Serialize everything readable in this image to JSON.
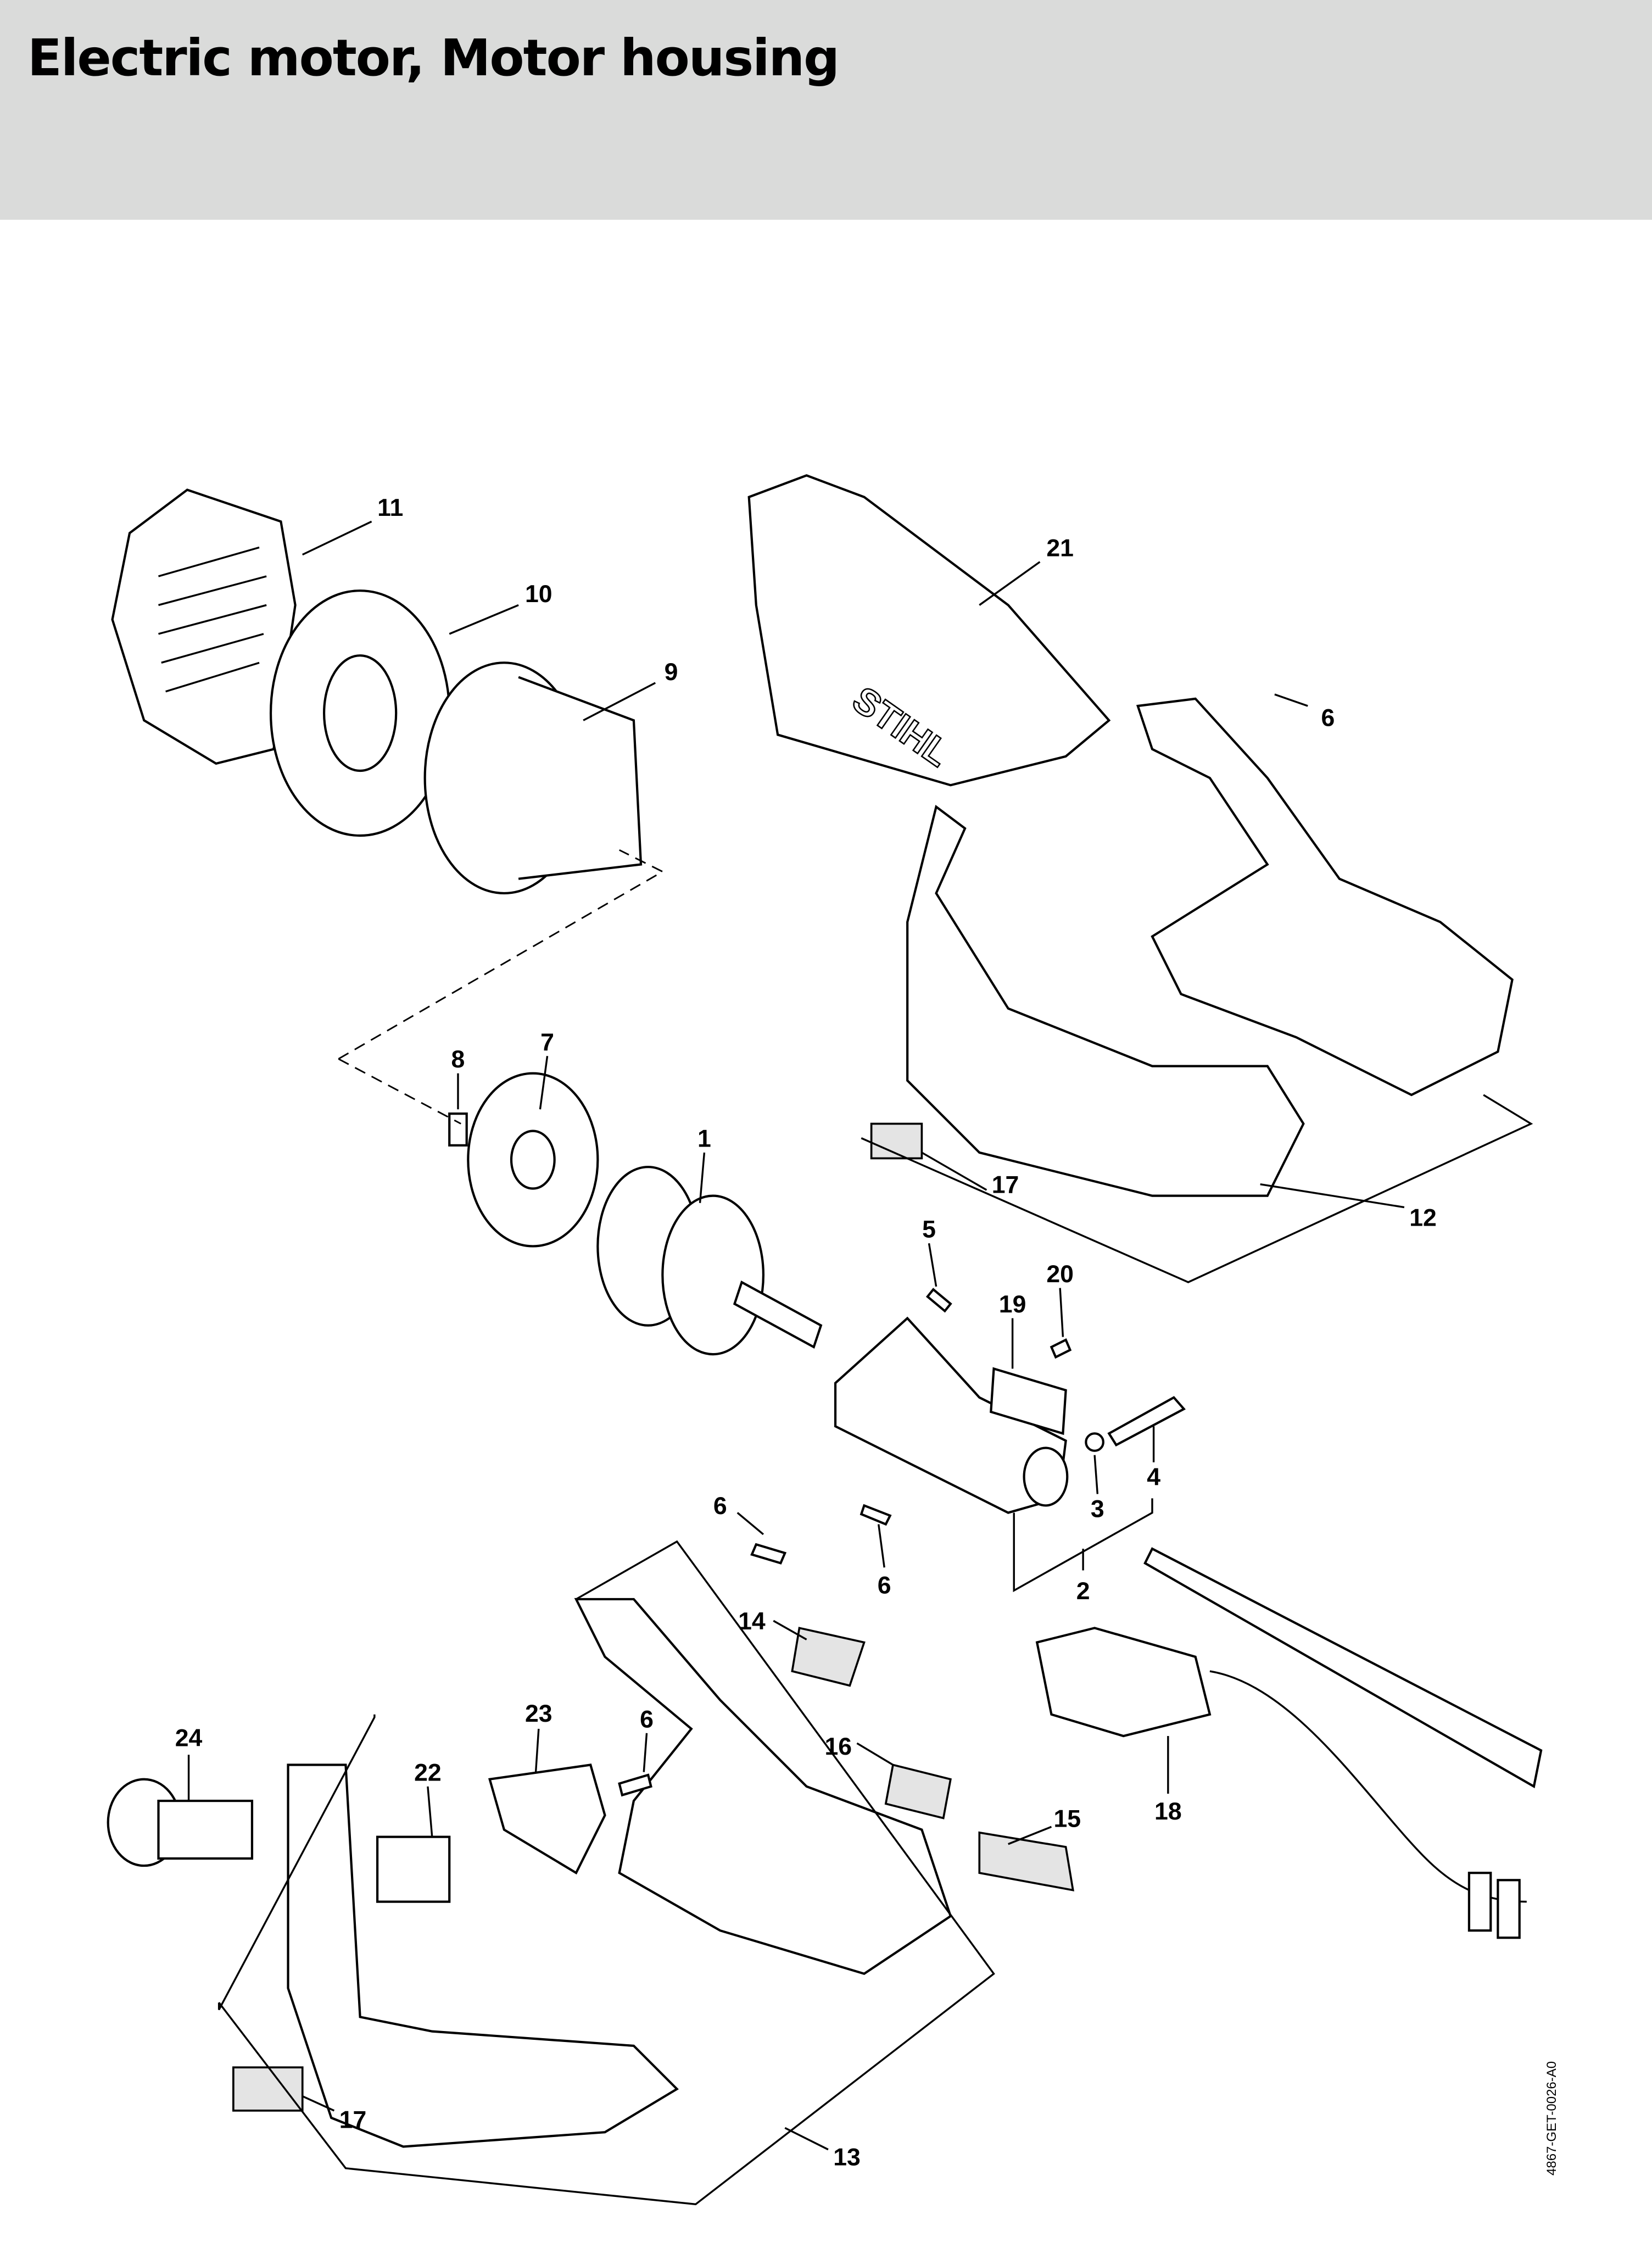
{
  "header": {
    "title": "Electric motor, Motor housing"
  },
  "diagram": {
    "brand_logo_text": "STIHL",
    "drawing_code": "4867-GET-0026-A0",
    "callouts": {
      "c11": "11",
      "c10": "10",
      "c9": "9",
      "c21": "21",
      "c6a": "6",
      "c8": "8",
      "c7": "7",
      "c1": "1",
      "c17a": "17",
      "c12": "12",
      "c5": "5",
      "c20": "20",
      "c19": "19",
      "c4": "4",
      "c3": "3",
      "c6b": "6",
      "c6c": "6",
      "c2": "2",
      "c14": "14",
      "c16": "16",
      "c15": "15",
      "c18": "18",
      "c24": "24",
      "c23": "23",
      "c22": "22",
      "c6d": "6",
      "c17b": "17",
      "c13": "13"
    }
  }
}
